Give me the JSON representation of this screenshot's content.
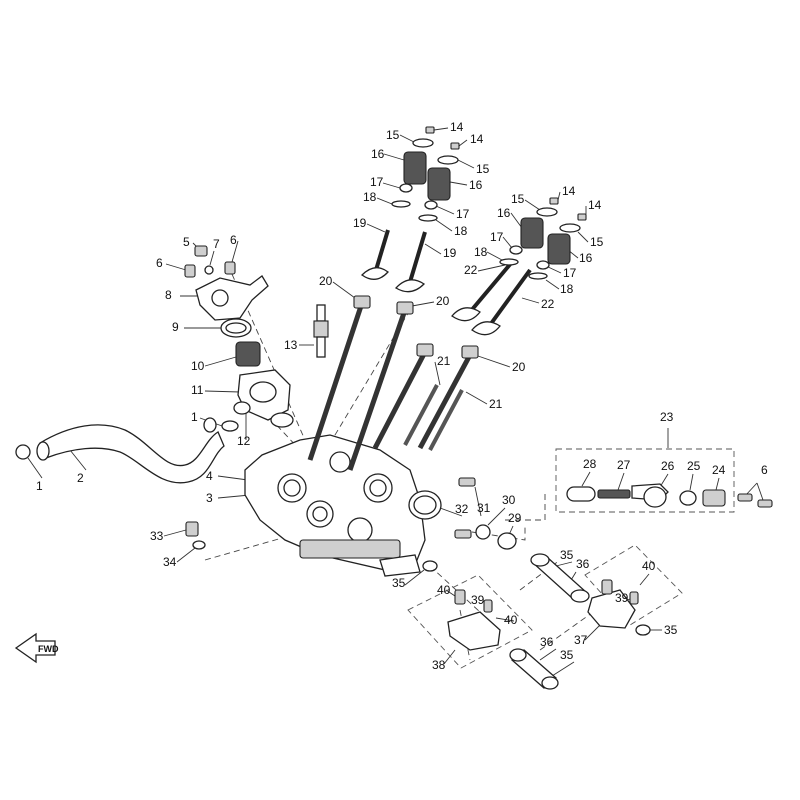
{
  "callouts": [
    {
      "id": "c1a",
      "text": "1"
    },
    {
      "id": "c1b",
      "text": "1"
    },
    {
      "id": "c2",
      "text": "2"
    },
    {
      "id": "c3",
      "text": "3"
    },
    {
      "id": "c4",
      "text": "4"
    },
    {
      "id": "c5",
      "text": "5"
    },
    {
      "id": "c6a",
      "text": "6"
    },
    {
      "id": "c6b",
      "text": "6"
    },
    {
      "id": "c6c",
      "text": "6"
    },
    {
      "id": "c7",
      "text": "7"
    },
    {
      "id": "c8",
      "text": "8"
    },
    {
      "id": "c9",
      "text": "9"
    },
    {
      "id": "c10",
      "text": "10"
    },
    {
      "id": "c11",
      "text": "11"
    },
    {
      "id": "c12",
      "text": "12"
    },
    {
      "id": "c13",
      "text": "13"
    },
    {
      "id": "c14a",
      "text": "14"
    },
    {
      "id": "c14b",
      "text": "14"
    },
    {
      "id": "c14c",
      "text": "14"
    },
    {
      "id": "c14d",
      "text": "14"
    },
    {
      "id": "c15a",
      "text": "15"
    },
    {
      "id": "c15b",
      "text": "15"
    },
    {
      "id": "c15c",
      "text": "15"
    },
    {
      "id": "c15d",
      "text": "15"
    },
    {
      "id": "c16a",
      "text": "16"
    },
    {
      "id": "c16b",
      "text": "16"
    },
    {
      "id": "c16c",
      "text": "16"
    },
    {
      "id": "c16d",
      "text": "16"
    },
    {
      "id": "c17a",
      "text": "17"
    },
    {
      "id": "c17b",
      "text": "17"
    },
    {
      "id": "c17c",
      "text": "17"
    },
    {
      "id": "c17d",
      "text": "17"
    },
    {
      "id": "c18a",
      "text": "18"
    },
    {
      "id": "c18b",
      "text": "18"
    },
    {
      "id": "c18c",
      "text": "18"
    },
    {
      "id": "c18d",
      "text": "18"
    },
    {
      "id": "c19a",
      "text": "19"
    },
    {
      "id": "c19b",
      "text": "19"
    },
    {
      "id": "c20a",
      "text": "20"
    },
    {
      "id": "c20b",
      "text": "20"
    },
    {
      "id": "c20c",
      "text": "20"
    },
    {
      "id": "c21a",
      "text": "21"
    },
    {
      "id": "c21b",
      "text": "21"
    },
    {
      "id": "c22a",
      "text": "22"
    },
    {
      "id": "c22b",
      "text": "22"
    },
    {
      "id": "c23",
      "text": "23"
    },
    {
      "id": "c24",
      "text": "24"
    },
    {
      "id": "c25",
      "text": "25"
    },
    {
      "id": "c26",
      "text": "26"
    },
    {
      "id": "c27",
      "text": "27"
    },
    {
      "id": "c28",
      "text": "28"
    },
    {
      "id": "c29",
      "text": "29"
    },
    {
      "id": "c30",
      "text": "30"
    },
    {
      "id": "c31",
      "text": "31"
    },
    {
      "id": "c32",
      "text": "32"
    },
    {
      "id": "c33",
      "text": "33"
    },
    {
      "id": "c34",
      "text": "34"
    },
    {
      "id": "c35a",
      "text": "35"
    },
    {
      "id": "c35b",
      "text": "35"
    },
    {
      "id": "c35c",
      "text": "35"
    },
    {
      "id": "c35d",
      "text": "35"
    },
    {
      "id": "c36a",
      "text": "36"
    },
    {
      "id": "c36b",
      "text": "36"
    },
    {
      "id": "c37",
      "text": "37"
    },
    {
      "id": "c38",
      "text": "38"
    },
    {
      "id": "c39a",
      "text": "39"
    },
    {
      "id": "c39b",
      "text": "39"
    },
    {
      "id": "c40a",
      "text": "40"
    },
    {
      "id": "c40b",
      "text": "40"
    },
    {
      "id": "c40c",
      "text": "40"
    }
  ],
  "forward_marker": {
    "label": "FWD"
  },
  "colors": {
    "line": "#222222",
    "background": "#ffffff"
  }
}
